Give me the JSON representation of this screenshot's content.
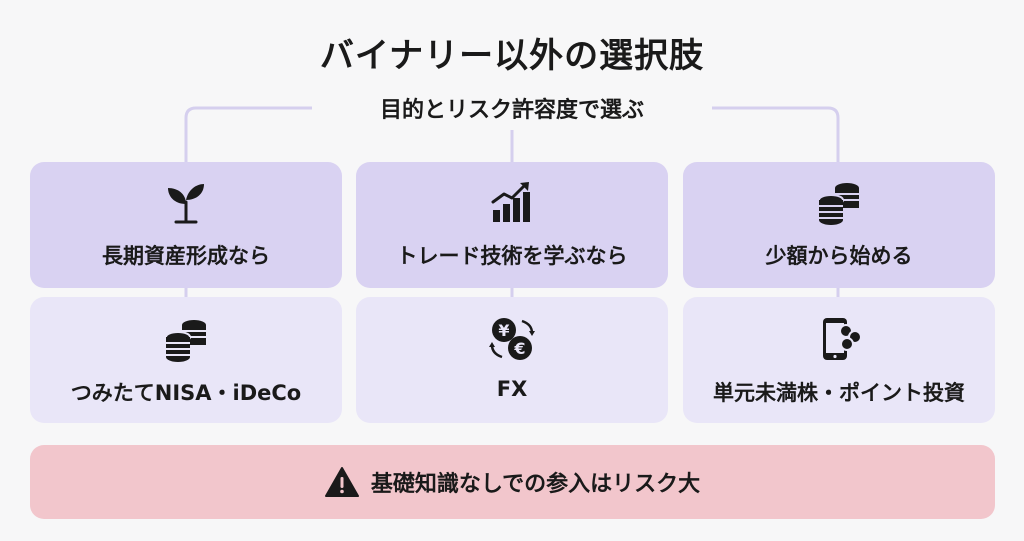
{
  "title": "バイナリー以外の選択肢",
  "subtitle": "目的とリスク許容度で選ぶ",
  "columns": [
    {
      "goal": "長期資産形成なら",
      "goal_icon": "sprout-icon",
      "option": "つみたてNISA・iDeCo",
      "option_icon": "coin-stack-icon"
    },
    {
      "goal": "トレード技術を学ぶなら",
      "goal_icon": "bar-chart-growth-icon",
      "option": "FX",
      "option_icon": "currency-exchange-icon"
    },
    {
      "goal": "少額から始める",
      "goal_icon": "coin-stack-icon",
      "option": "単元未満株・ポイント投資",
      "option_icon": "smartphone-coins-icon"
    }
  ],
  "warning": {
    "icon": "warning-triangle-icon",
    "text": "基礎知識なしでの参入はリスク大"
  },
  "colors": {
    "goal_card": "#d9d2f2",
    "option_card": "#e9e6f8",
    "warning_card": "#f2c6cc",
    "connector": "#d5cfee"
  }
}
